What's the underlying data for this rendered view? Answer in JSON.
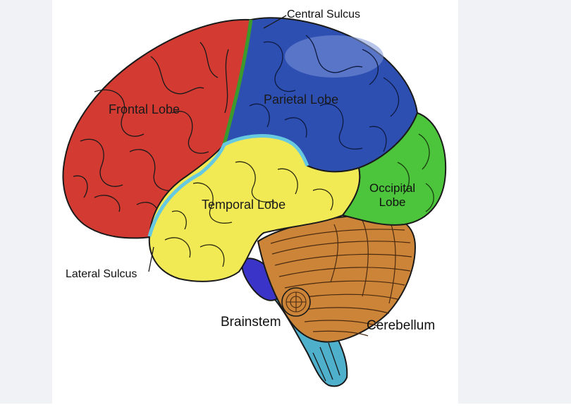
{
  "figure": {
    "labels": {
      "central_sulcus": "Central Sulcus",
      "frontal_lobe": "Frontal Lobe",
      "parietal_lobe": "Parietal Lobe",
      "temporal_lobe": "Temporal Lobe",
      "occipital_lobe_line1": "Occipital",
      "occipital_lobe_line2": "Lobe",
      "lateral_sulcus": "Lateral Sulcus",
      "brainstem": "Brainstem",
      "cerebellum": "Cerebellum"
    },
    "colors": {
      "frontal": "#d23a32",
      "parietal": "#2e4fb2",
      "temporal": "#f2ea55",
      "occipital": "#4cc43c",
      "cerebellum": "#cc8538",
      "brainstem": "#4fb0cc",
      "pons": "#3a34c8",
      "central_sulcus": "#3c9a2c",
      "lateral_sulcus": "#66c9e0"
    }
  }
}
